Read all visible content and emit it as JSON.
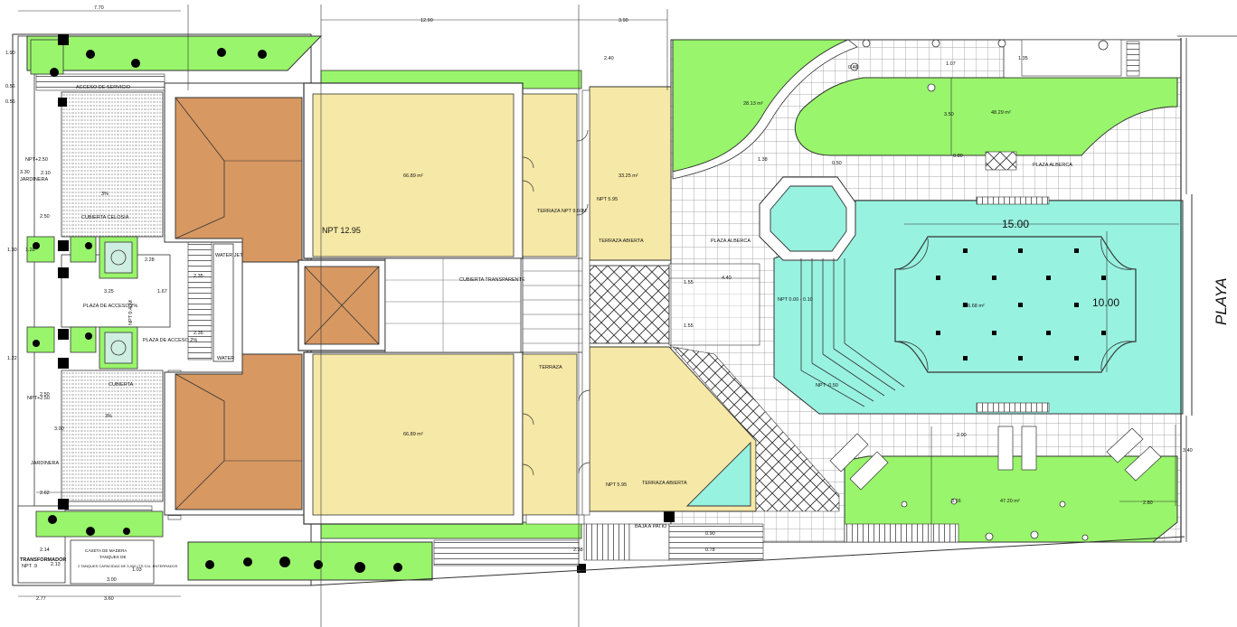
{
  "colors": {
    "garden": "#99f56b",
    "roof": "#d79862",
    "room": "#f6e8a6",
    "pool": "#98f2e0",
    "line": "#2b2b2b",
    "tile": "#9a9a9a"
  },
  "dims": {
    "top_left": "7.70",
    "top_mid": "12.90",
    "top_right": "3.90",
    "pool_w": "15.00",
    "pool_h": "10.00",
    "d_240": "2.40",
    "d_190": "1.90",
    "d_056a": "0.56",
    "d_056b": "0.56",
    "d_107": "1.07",
    "d_135": "1.35",
    "d_350": "3.50",
    "d_330": "3.30",
    "d_210": "2.10",
    "d_250a": "2.50",
    "d_228": "2.28",
    "d_325": "3.25",
    "d_167": "1.67",
    "d_235a": "2.35",
    "d_235b": "2.35",
    "d_440": "4.40",
    "d_155a": "1.55",
    "d_155b": "1.55",
    "d_250b": "2.50",
    "d_300": "3.00",
    "d_262": "2.62",
    "d_214": "2.14",
    "d_213": "2.13",
    "d_277": "2.77",
    "d_360": "3.60",
    "d_103": "1.03",
    "d_300b": "3.00",
    "d_238": "2.38",
    "d_090": "0.90",
    "d_078": "0.78",
    "d_200": "2.00",
    "d_316": "3.16",
    "d_280": "2.80",
    "d_340": "3.40",
    "d_130": "1.30",
    "d_122": "1.22",
    "d_128": "1.28",
    "d_080": "0.80",
    "d_050": "0.50",
    "d_048": "0.48",
    "d_138": "1.38"
  },
  "labels": {
    "acceso_servicio": "ACCESO DE SERVICIO",
    "npt_250a": "NPT+2.50",
    "jardinera_a": "JARDINERA",
    "pct": "3%",
    "cubierta_celosia": "CUBIERTA CELOSIA",
    "plaza_acceso_a": "PLAZA DE ACCESO 2%",
    "plaza_acceso_b": "PLAZA DE ACCESO 2%",
    "npt_040": "NPT 0.40M",
    "cubierta": "CUBIERTA",
    "npt_250b": "NPT+2.50",
    "pct_b": "3%",
    "jardinera_b": "JARDINERA",
    "transformador": "TRANSFORMADOR",
    "npt_9": "NPT .9",
    "caseta": "CASETA DE MADERA",
    "tanques": "TANQUES DE",
    "tanque_detail": "2 TANQUES CAPACIDAD DE 3,000 LTS C/U, ENTERRADOS",
    "water_jet": "WATER JET",
    "water": "WATER",
    "npt_1295": "NPT 12.95",
    "area_6689a": "66.89 m²",
    "area_6689b": "66.89 m²",
    "area_3325": "33.25 m²",
    "terraza_npt": "TERRAZA NPT 9.60M",
    "npt_595a": "NPT 5.95",
    "terraza_abierta_a": "TERRAZA ABIERTA",
    "cubierta_transparente": "CUBIERTA TRANSPARENTE",
    "terraza": "TERRAZA",
    "npt_595b": "NPT 5.95",
    "terraza_abierta_b": "TERRAZA ABIERTA",
    "bajada_patio": "BAJA A PATIO",
    "area_2813": "28.13 m²",
    "area_4829": "48.29 m²",
    "plaza_alberca_a": "PLAZA ALBERCA",
    "plaza_alberca_b": "PLAZA ALBERCA",
    "npt_pool": "NPT 0.00 - 0.10",
    "npt_050": "NPT -0.50",
    "area_17668": "176.68 m²",
    "area_4720": "47.20 m²",
    "playa": "PLAYA"
  }
}
